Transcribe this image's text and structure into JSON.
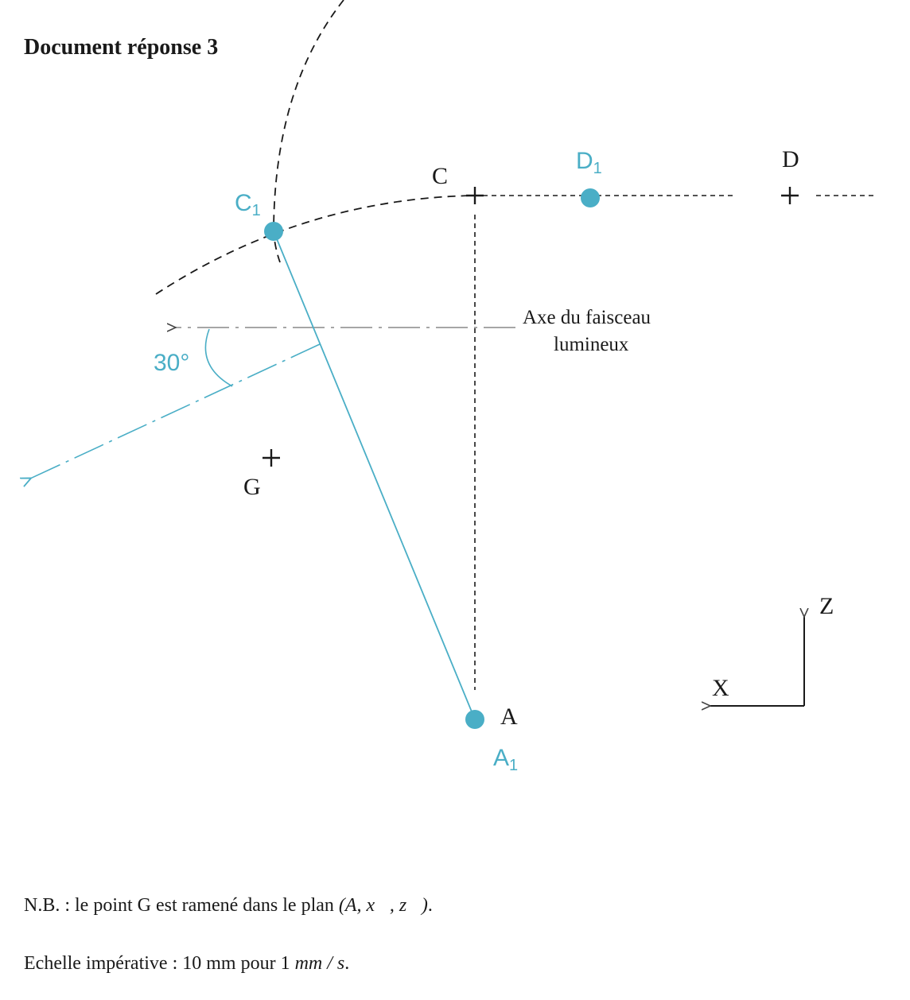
{
  "title": "Document réponse 3",
  "colors": {
    "ink": "#1a1a1a",
    "accent": "#4aaec6",
    "beam_axis": "#888888"
  },
  "labels": {
    "C": "C",
    "D": "D",
    "G": "G",
    "A": "A",
    "C1": "C",
    "D1": "D",
    "A1": "A",
    "sub_1": "1",
    "X": "X",
    "Z": "Z",
    "angle": "30°",
    "beam_axis_line1": "Axe du faisceau",
    "beam_axis_line2": "lumineux"
  },
  "notes": {
    "nb_prefix": "N.B. : le point G est ramené dans le plan",
    "nb_formula": "(A, x⃗, z⃗)",
    "nb_suffix": ".",
    "scale_prefix": "Echelle impérative : 10 mm pour 1",
    "scale_unit": "mm / s",
    "scale_suffix": "."
  }
}
